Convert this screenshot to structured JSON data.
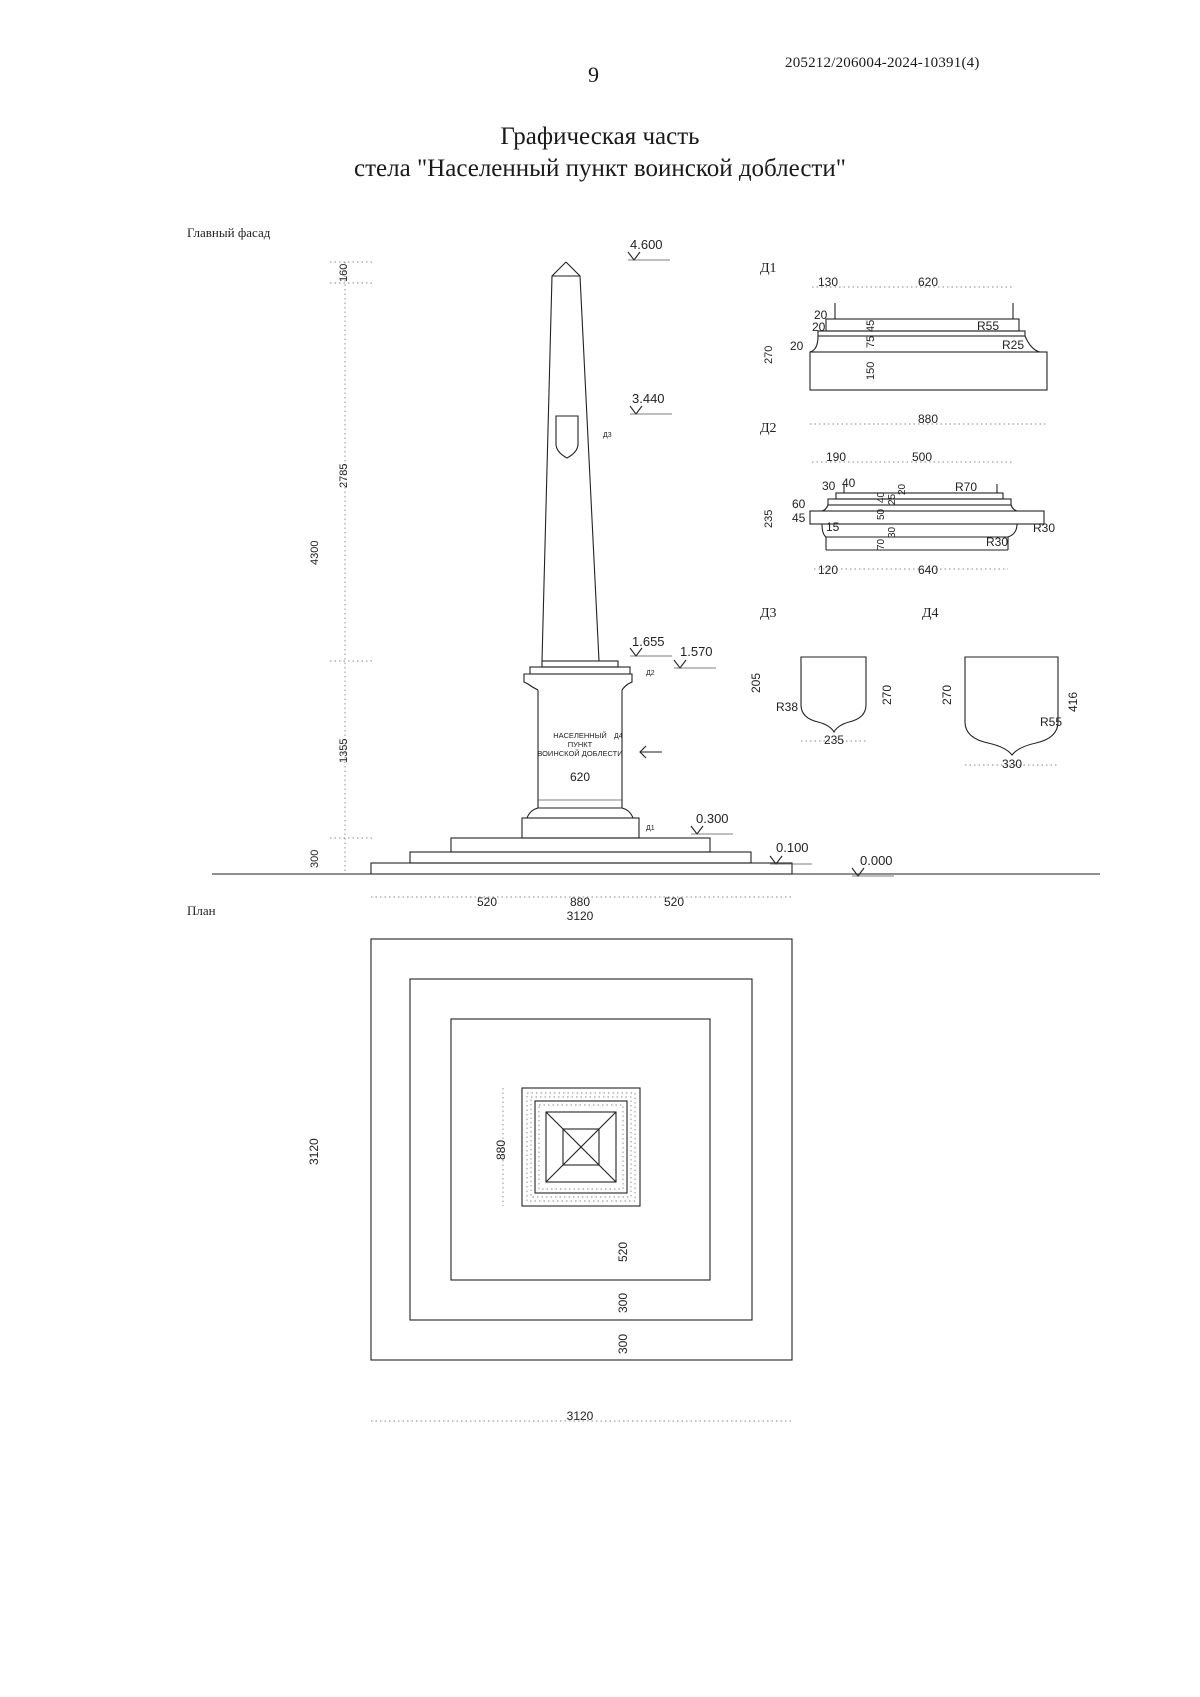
{
  "header": {
    "page_number": "9",
    "doc_code": "205212/206004-2024-10391(4)",
    "title_line1": "Графическая часть",
    "title_line2": "стела \"Населенный пункт воинской доблести\""
  },
  "facade": {
    "label": "Главный фасад",
    "elevations": {
      "top": "4.600",
      "emblem": "3.440",
      "cornice_top": "1.655",
      "cornice_bottom": "1.570",
      "pedestal_base": "0.300",
      "step": "0.100",
      "ground": "0.000"
    },
    "vertical_dims": {
      "tip": "160",
      "shaft": "2785",
      "total": "4300",
      "pedestal": "1355",
      "steps": "300"
    },
    "horizontal_dims": {
      "left": "520",
      "center": "880",
      "right": "520",
      "total": "3120"
    },
    "plaque_lines": [
      "НАСЕЛЕННЫЙ",
      "ПУНКТ",
      "ВОИНСКОЙ ДОБЛЕСТИ"
    ],
    "plaque_width": "620",
    "callouts": {
      "d1": "Д1",
      "d2": "Д2",
      "d3": "Д3",
      "d4": "Д4"
    }
  },
  "details": {
    "d1": {
      "title": "Д1",
      "top_dims": [
        "130",
        "620"
      ],
      "left_dims": [
        "20",
        "20",
        "20"
      ],
      "v_dims": [
        "75",
        "45",
        "150"
      ],
      "height": "270",
      "radii": [
        "R55",
        "R25"
      ],
      "bottom": "880"
    },
    "d2": {
      "title": "Д2",
      "top_dims": [
        "190",
        "500"
      ],
      "left_dims": [
        "30",
        "40",
        "60",
        "45",
        "15"
      ],
      "v_dims": [
        "40",
        "50",
        "25",
        "20",
        "30",
        "70"
      ],
      "height": "235",
      "radii": [
        "R70",
        "R30",
        "R30"
      ],
      "bottom_dims": [
        "120",
        "640"
      ]
    },
    "d3": {
      "title": "Д3",
      "height": "205",
      "full_height": "270",
      "radius": "R38",
      "width": "235"
    },
    "d4": {
      "title": "Д4",
      "height": "270",
      "full_height": "416",
      "radius": "R55",
      "width": "330"
    }
  },
  "plan": {
    "label": "План",
    "dims": {
      "height": "3120",
      "inner": "880",
      "offset1": "520",
      "offset2": "300",
      "offset3": "300",
      "width": "3120"
    }
  }
}
